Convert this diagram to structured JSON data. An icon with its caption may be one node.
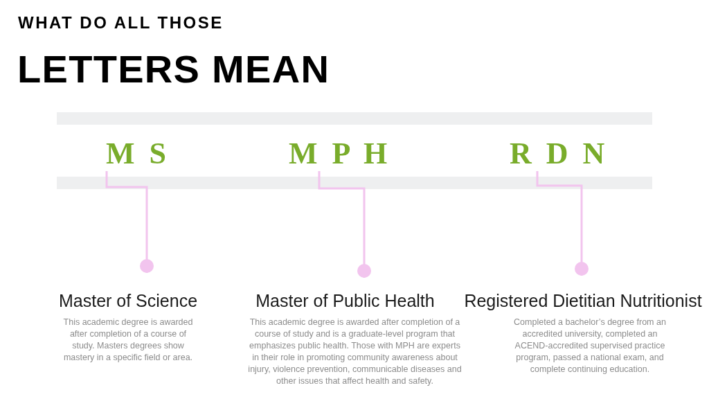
{
  "diagram": {
    "title": "LETTERS MEAN",
    "nodes": [
      {
        "text": [
          "M S"
        ]
      },
      {
        "text": [
          "Master of Science",
          "This academic degree is awarded after completion of a course of study. Masters degrees show mastery in a specific field or area."
        ]
      },
      {
        "text": [
          "M P H"
        ]
      },
      {
        "text": [
          "Master of Public Health",
          "This academic degree is awarded after completion of a course of study and is a graduate-level program that emphasizes public health. Those with MPH are experts in their role in promoting community awareness about injury, violence prevention, communicable diseases and other issues that affect health and safety."
        ]
      },
      {
        "text": [
          "R D N"
        ]
      },
      {
        "text": [
          "Registered Dietitian Nutritionist",
          "Completed a bachelor’s degree from an accredited university, completed an ACEND-accredited supervised practice program, passed a national exam, and complete continuing education."
        ]
      }
    ],
    "edges": [
      {
        "from": 0,
        "to": 1,
        "arrow": "other"
      },
      {
        "from": 2,
        "to": 3,
        "arrow": "other"
      },
      {
        "from": 4,
        "to": 5,
        "arrow": "other"
      }
    ],
    "labels": [
      "WHAT DO ALL THOSE"
    ]
  }
}
